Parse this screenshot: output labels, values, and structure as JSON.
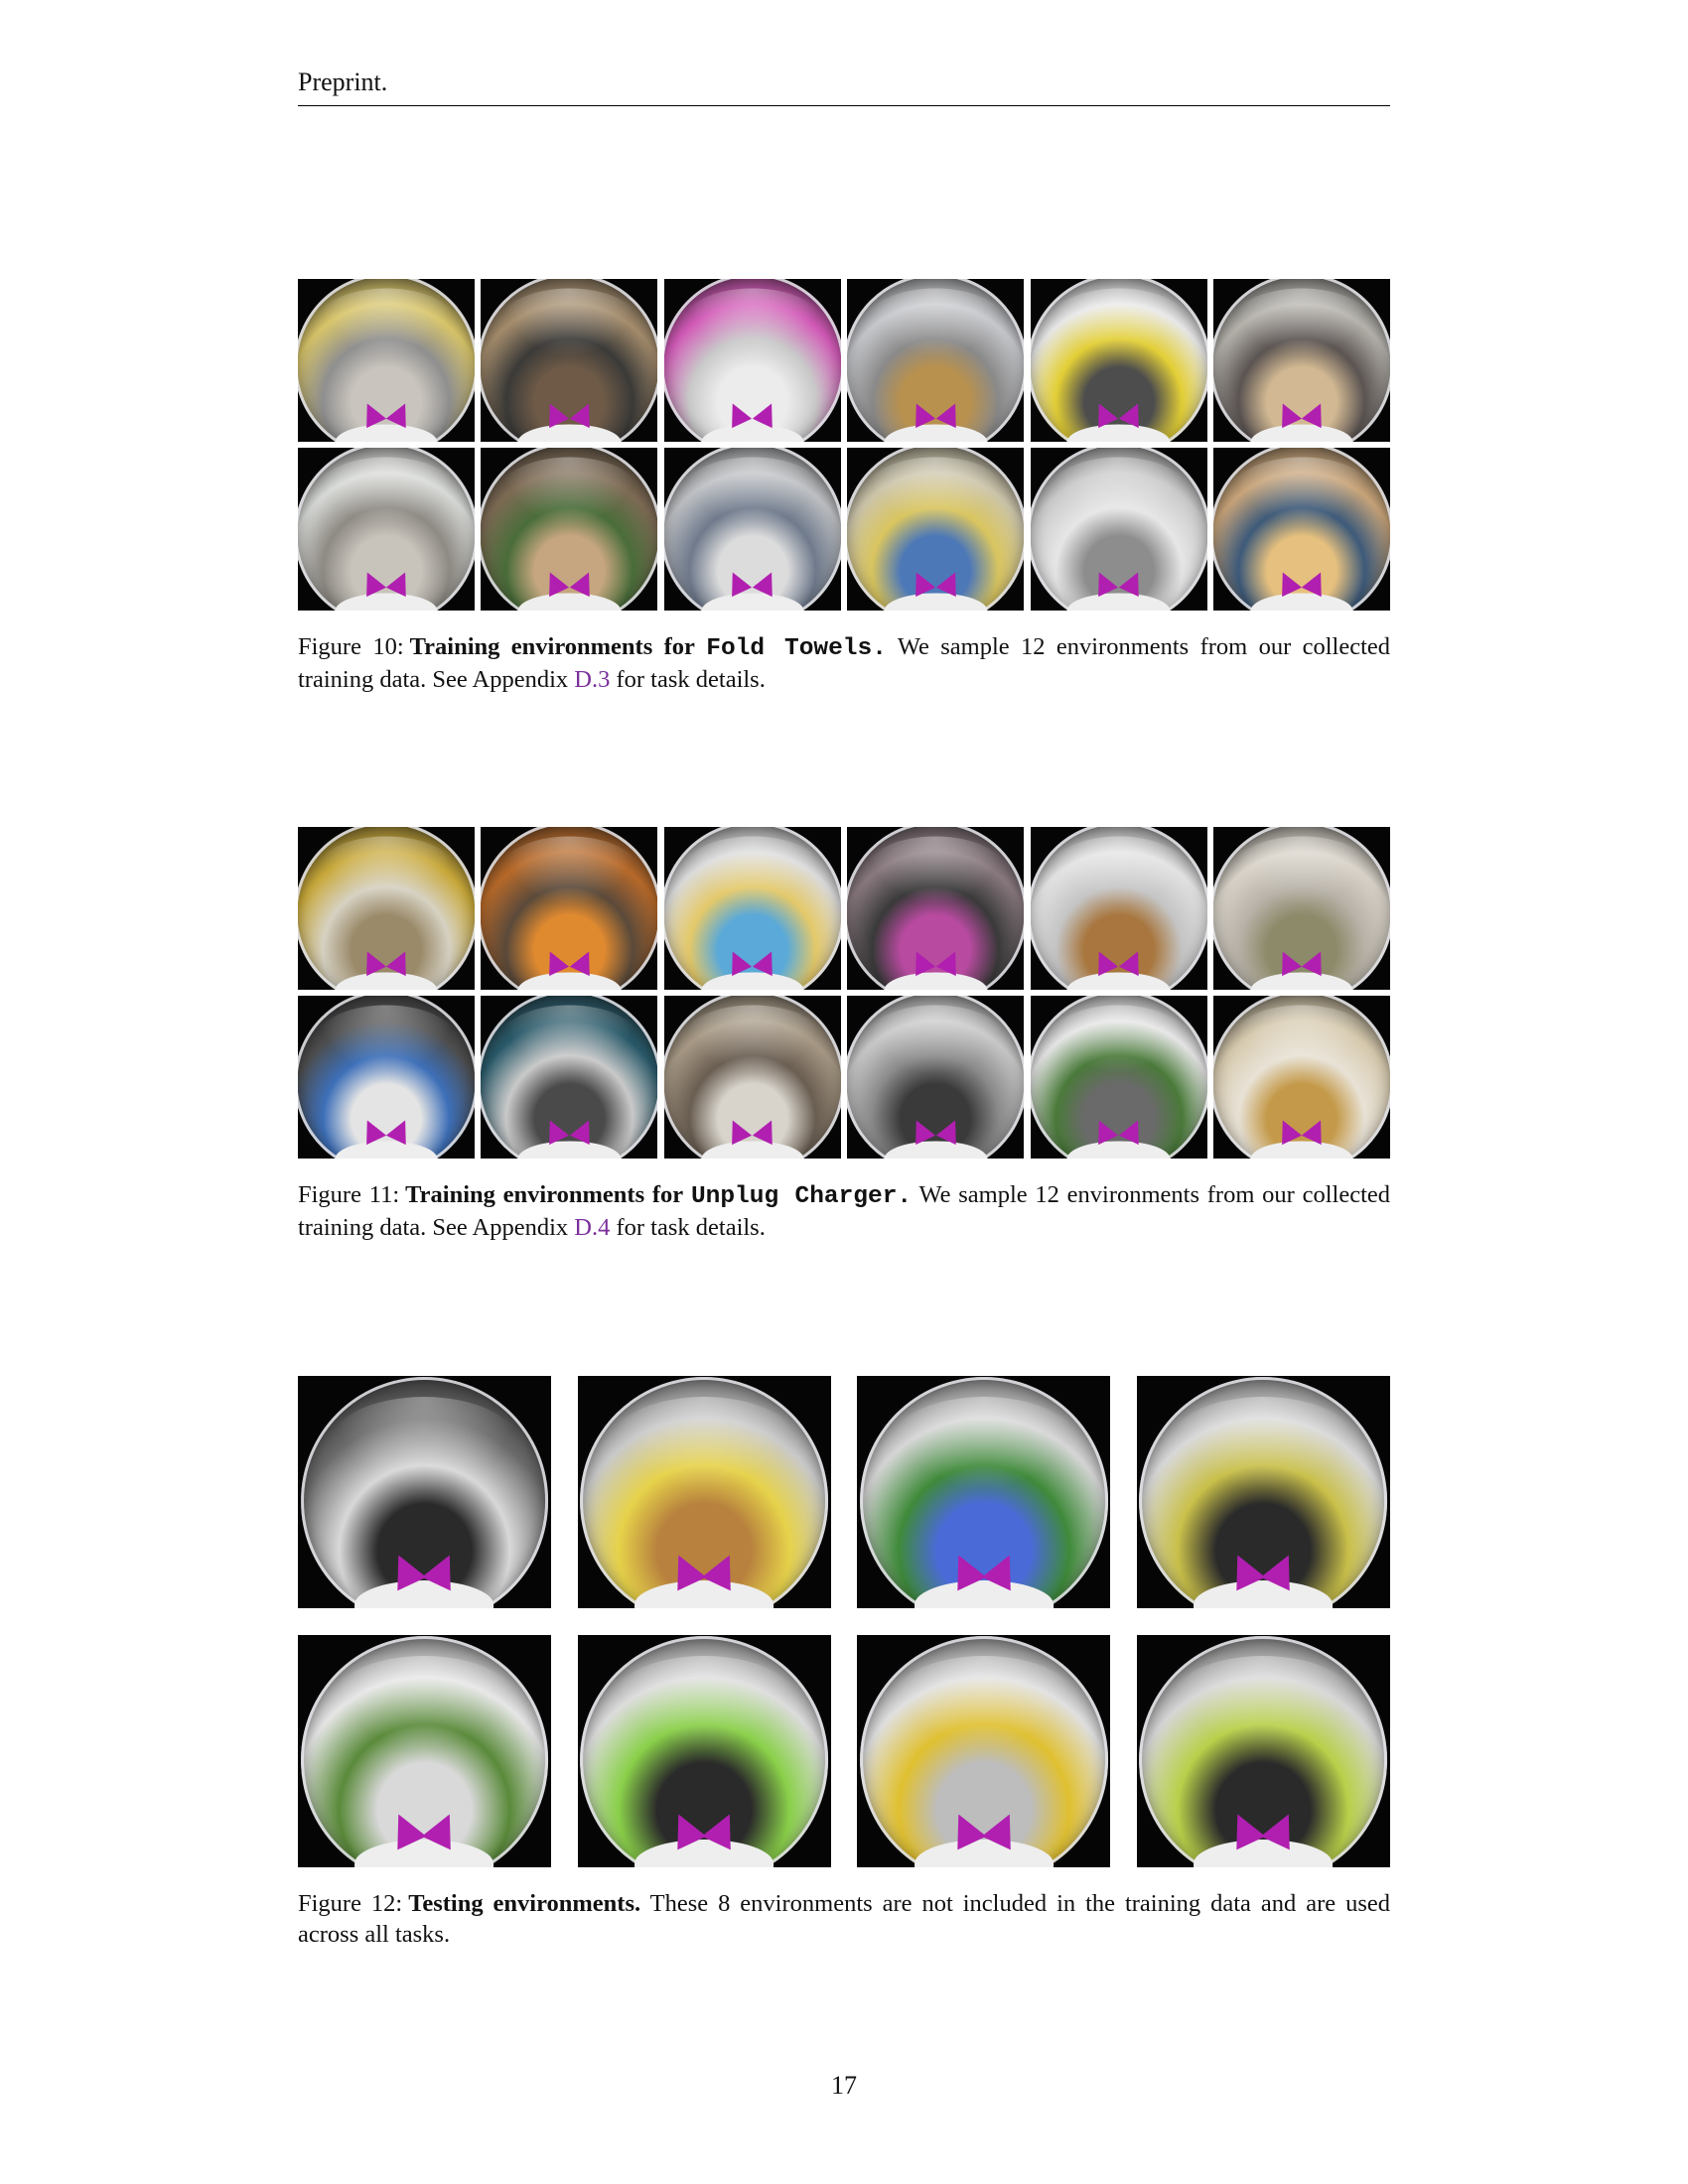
{
  "header": {
    "text": "Preprint."
  },
  "figures": [
    {
      "label": "Figure 10:",
      "title_prefix": "Training environments for",
      "task": "Fold Towels.",
      "body_pre": "We sample 12 environments from our collected training data. See Appendix",
      "ref": "D.3",
      "body_post": "for task details.",
      "images": [
        {
          "colors": [
            "#d8c56a",
            "#c9c4bd",
            "#8f8f8f"
          ]
        },
        {
          "colors": [
            "#a58d6d",
            "#6e5a47",
            "#3b3a38"
          ]
        },
        {
          "colors": [
            "#d35ab8",
            "#ececec",
            "#c9c9c9"
          ]
        },
        {
          "colors": [
            "#c7c8cc",
            "#b8914e",
            "#8a8a8a"
          ]
        },
        {
          "colors": [
            "#e8e8e8",
            "#4d4d4d",
            "#e3cf36"
          ]
        },
        {
          "colors": [
            "#b6b3ad",
            "#d2b993",
            "#5b5452"
          ]
        },
        {
          "colors": [
            "#d9dbd8",
            "#c8c4bc",
            "#8e8a84"
          ]
        },
        {
          "colors": [
            "#7e6b55",
            "#c6a680",
            "#4a6d3a"
          ]
        },
        {
          "colors": [
            "#bfc1c4",
            "#dcdcdc",
            "#6f7a8c"
          ]
        },
        {
          "colors": [
            "#ccc5ab",
            "#4d78b8",
            "#d9c55f"
          ]
        },
        {
          "colors": [
            "#c9c9c9",
            "#8d8d8d",
            "#e6e6e6"
          ]
        },
        {
          "colors": [
            "#c9a57a",
            "#e6c07e",
            "#3d5a7a"
          ]
        }
      ]
    },
    {
      "label": "Figure 11:",
      "title_prefix": "Training environments for",
      "task": "Unplug Charger.",
      "body_pre": "We sample 12 environments from our collected training data. See Appendix",
      "ref": "D.4",
      "body_post": "for task details.",
      "images": [
        {
          "colors": [
            "#c9a93a",
            "#9a8a6a",
            "#d6d1c2"
          ]
        },
        {
          "colors": [
            "#b86a2a",
            "#e08a30",
            "#5b4a3a"
          ]
        },
        {
          "colors": [
            "#dcdcdc",
            "#5aa9d8",
            "#e4c96a"
          ]
        },
        {
          "colors": [
            "#8a7a80",
            "#b84aa0",
            "#3a3a3a"
          ]
        },
        {
          "colors": [
            "#e3e3e3",
            "#a8763e",
            "#c5c5c5"
          ]
        },
        {
          "colors": [
            "#d9d3c9",
            "#8d8a6a",
            "#b8b2a8"
          ]
        },
        {
          "colors": [
            "#4e4e4e",
            "#e4e4e4",
            "#3d6fb8"
          ]
        },
        {
          "colors": [
            "#2a5a6a",
            "#4a4a4a",
            "#c9c9c9"
          ]
        },
        {
          "colors": [
            "#a89a86",
            "#d8d4cc",
            "#6a5e52"
          ]
        },
        {
          "colors": [
            "#c9c9c9",
            "#3a3a3a",
            "#8a8a8a"
          ]
        },
        {
          "colors": [
            "#e6e6e6",
            "#6a6a6a",
            "#4a7a3a"
          ]
        },
        {
          "colors": [
            "#d6c9ad",
            "#c49a4a",
            "#e8e2d6"
          ]
        }
      ]
    },
    {
      "label": "Figure 12:",
      "title_prefix": "Testing environments.",
      "task": "",
      "body_pre": "These 8 environments are not included in the training data and are used across all tasks.",
      "ref": "",
      "body_post": "",
      "images": [
        {
          "colors": [
            "#6a6a6a",
            "#2a2a2a",
            "#d8d8d8"
          ]
        },
        {
          "colors": [
            "#c9c9c9",
            "#b8823e",
            "#e6d24a"
          ]
        },
        {
          "colors": [
            "#d6d6d6",
            "#4a6ad8",
            "#3f8a3a"
          ]
        },
        {
          "colors": [
            "#d8d8d8",
            "#2a2a2a",
            "#c9c04a"
          ]
        },
        {
          "colors": [
            "#e6e6e6",
            "#d9d9d9",
            "#5a8a3a"
          ]
        },
        {
          "colors": [
            "#dcdcdc",
            "#2a2a2a",
            "#8ad04a"
          ]
        },
        {
          "colors": [
            "#e0e0e0",
            "#bdbdbd",
            "#e0c030"
          ]
        },
        {
          "colors": [
            "#d6d6d6",
            "#2a2a2a",
            "#b8d04a"
          ]
        }
      ]
    }
  ],
  "page_number": "17"
}
